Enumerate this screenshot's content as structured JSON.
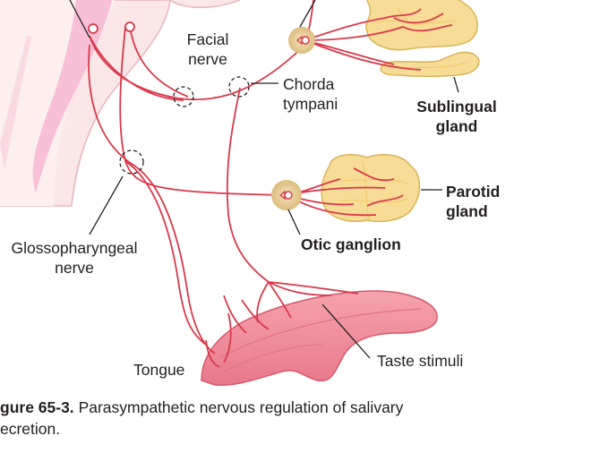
{
  "labels": {
    "facial_nerve": [
      "Facial",
      "nerve"
    ],
    "chorda_tympani": [
      "Chorda",
      "tympani"
    ],
    "sublingual_gland": [
      "Sublingual",
      "gland"
    ],
    "parotid_gland": [
      "Parotid",
      "gland"
    ],
    "otic_ganglion": "Otic ganglion",
    "glossopharyngeal_nerve": [
      "Glossopharyngeal",
      "nerve"
    ],
    "tongue": "Tongue",
    "taste_stimuli": "Taste stimuli"
  },
  "caption": {
    "number": "gure 65-3.",
    "text_line1": "Parasympathetic nervous regulation of salivary",
    "text_line2": "ecretion."
  },
  "colors": {
    "nerve": "#d9394b",
    "gland_fill": "#f6d98e",
    "gland_stroke": "#d9b45a",
    "ganglion": "#e8cc92",
    "tongue_fill": "#f08d97",
    "tongue_dark": "#d9536a",
    "brainstem": "#fbe3e6",
    "brainstem_inner": "#f6b3cf"
  }
}
